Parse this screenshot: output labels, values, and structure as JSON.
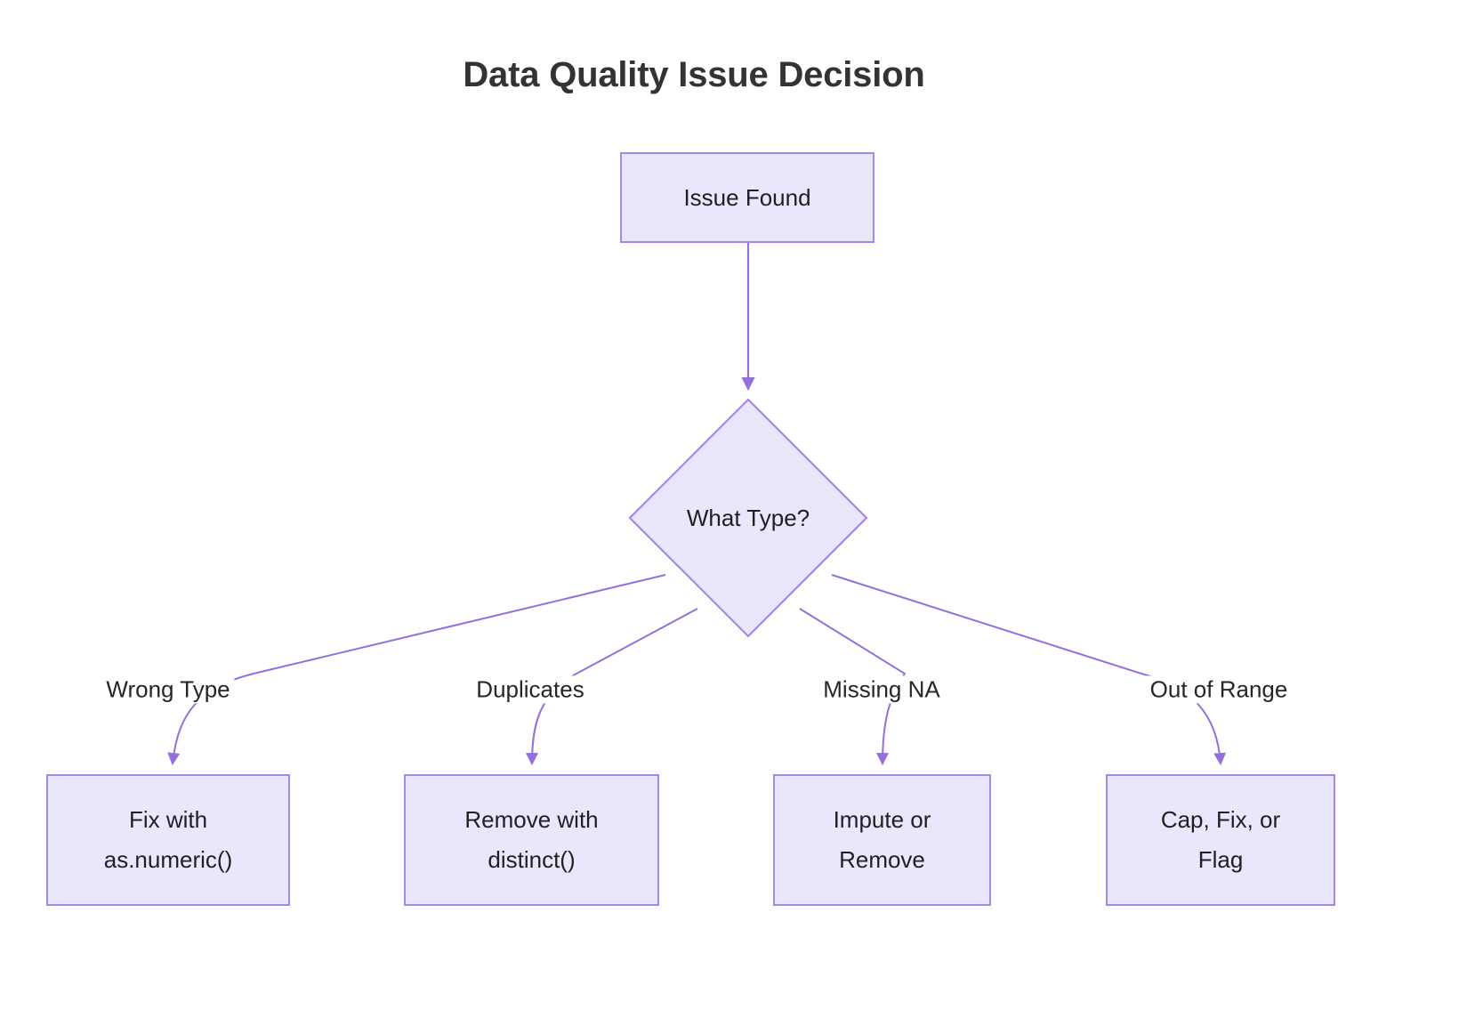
{
  "title": "Data Quality Issue Decision",
  "theme": {
    "node_fill": "#e9e7fb",
    "node_stroke": "#a886e8",
    "edge_stroke": "#9370dd",
    "text_color": "#1f2023",
    "title_color": "#333333",
    "background": "#ffffff"
  },
  "chart_data": {
    "type": "diagram",
    "diagram_kind": "flowchart",
    "direction": "top-down",
    "title": "Data Quality Issue Decision",
    "nodes": [
      {
        "id": "start",
        "shape": "rect",
        "label": "Issue Found"
      },
      {
        "id": "decision",
        "shape": "diamond",
        "label": "What Type?"
      },
      {
        "id": "fix_type",
        "shape": "rect",
        "label_line1": "Fix with",
        "label_line2": "as.numeric()"
      },
      {
        "id": "dedupe",
        "shape": "rect",
        "label_line1": "Remove with",
        "label_line2": "distinct()"
      },
      {
        "id": "missing",
        "shape": "rect",
        "label_line1": "Impute or",
        "label_line2": "Remove"
      },
      {
        "id": "range",
        "shape": "rect",
        "label_line1": "Cap, Fix, or",
        "label_line2": "Flag"
      }
    ],
    "edges": [
      {
        "from": "start",
        "to": "decision",
        "label": ""
      },
      {
        "from": "decision",
        "to": "fix_type",
        "label": "Wrong Type"
      },
      {
        "from": "decision",
        "to": "dedupe",
        "label": "Duplicates"
      },
      {
        "from": "decision",
        "to": "missing",
        "label": "Missing NA"
      },
      {
        "from": "decision",
        "to": "range",
        "label": "Out of Range"
      }
    ]
  },
  "nodes": {
    "start": {
      "label": "Issue Found"
    },
    "decision": {
      "label": "What Type?"
    },
    "fix_type": {
      "line1": "Fix with",
      "line2": "as.numeric()"
    },
    "dedupe": {
      "line1": "Remove with",
      "line2": "distinct()"
    },
    "missing": {
      "line1": "Impute or",
      "line2": "Remove"
    },
    "range": {
      "line1": "Cap, Fix, or",
      "line2": "Flag"
    }
  },
  "edge_labels": {
    "wrong_type": "Wrong Type",
    "duplicates": "Duplicates",
    "missing_na": "Missing NA",
    "out_of_range": "Out of Range"
  }
}
